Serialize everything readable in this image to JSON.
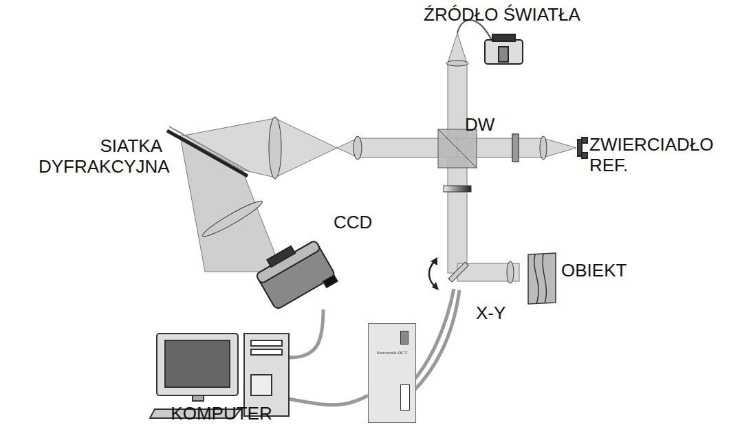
{
  "diagram": {
    "nodes": [
      {
        "text": [
          "Sterownik OCT"
        ]
      }
    ],
    "labels": [
      "ŹRÓDŁO ŚWIATŁA",
      "SIATKA DYFRAKCYJNA",
      "DW",
      "ZWIERCIADŁO REF.",
      "CCD",
      "OBIEKT",
      "X-Y",
      "KOMPUTER"
    ]
  }
}
